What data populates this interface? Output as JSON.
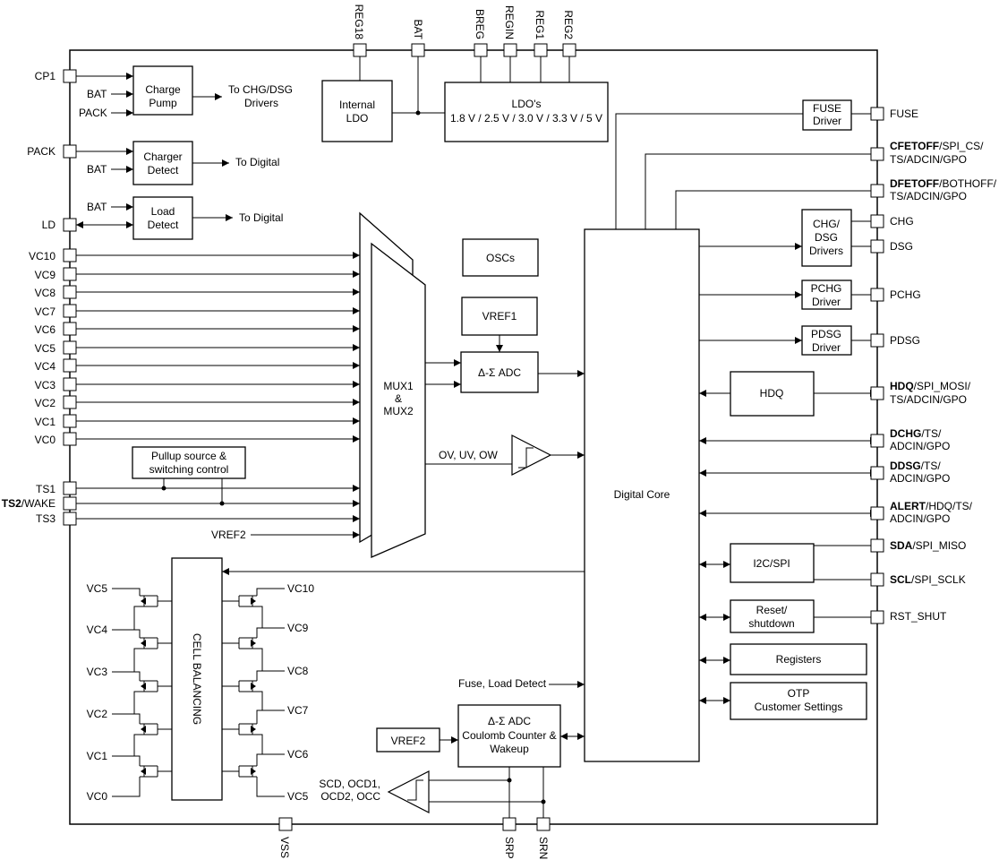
{
  "top_pins": {
    "reg18": "REG18",
    "bat": "BAT",
    "breg": "BREG",
    "regin": "REGIN",
    "reg1": "REG1",
    "reg2": "REG2"
  },
  "bottom_pins": {
    "vss": "VSS",
    "srp": "SRP",
    "srn": "SRN"
  },
  "left_pins": {
    "cp1": "CP1",
    "pack": "PACK",
    "ld": "LD",
    "vc10": "VC10",
    "vc9": "VC9",
    "vc8": "VC8",
    "vc7": "VC7",
    "vc6": "VC6",
    "vc5": "VC5",
    "vc4": "VC4",
    "vc3": "VC3",
    "vc2": "VC2",
    "vc1": "VC1",
    "vc0": "VC0",
    "ts1": "TS1",
    "ts2_bold": "TS2",
    "ts2_rest": "/WAKE",
    "ts3": "TS3"
  },
  "right_pins": {
    "fuse": "FUSE",
    "cfetoff_bold": "CFETOFF",
    "cfetoff_rest": "/SPI_CS/",
    "cfetoff_line2": "TS/ADCIN/GPO",
    "dfetoff_bold": "DFETOFF",
    "dfetoff_rest": "/BOTHOFF/",
    "dfetoff_line2": "TS/ADCIN/GPO",
    "chg": "CHG",
    "dsg": "DSG",
    "pchg": "PCHG",
    "pdsg": "PDSG",
    "hdq_bold": "HDQ",
    "hdq_rest": "/SPI_MOSI/",
    "hdq_line2": "TS/ADCIN/GPO",
    "dchg_bold": "DCHG",
    "dchg_rest": "/TS/",
    "dchg_line2": "ADCIN/GPO",
    "ddsg_bold": "DDSG",
    "ddsg_rest": "/TS/",
    "ddsg_line2": "ADCIN/GPO",
    "alert_bold": "ALERT",
    "alert_rest": "/HDQ/TS/",
    "alert_line2": "ADCIN/GPO",
    "sda_bold": "SDA",
    "sda_rest": "/SPI_MISO",
    "scl_bold": "SCL",
    "scl_rest": "/SPI_SCLK",
    "rst": "RST_SHUT"
  },
  "blocks": {
    "charge_pump": [
      "Charge",
      "Pump"
    ],
    "charger_detect": [
      "Charger",
      "Detect"
    ],
    "load_detect": [
      "Load",
      "Detect"
    ],
    "internal_ldo": [
      "Internal",
      "LDO"
    ],
    "ldos": [
      "LDO's",
      "1.8 V / 2.5 V / 3.0 V / 3.3 V / 5 V"
    ],
    "oscs": "OSCs",
    "vref1": "VREF1",
    "adc": "Δ-Σ  ADC",
    "mux": [
      "MUX1",
      "&",
      "MUX2"
    ],
    "pullup": [
      "Pullup source &",
      "switching control"
    ],
    "digital_core": "Digital Core",
    "fuse_driver": [
      "FUSE",
      "Driver"
    ],
    "chg_dsg_drivers": [
      "CHG/",
      "DSG",
      "Drivers"
    ],
    "pchg_driver": [
      "PCHG",
      "Driver"
    ],
    "pdsg_driver": [
      "PDSG",
      "Driver"
    ],
    "hdq": "HDQ",
    "i2c_spi": "I2C/SPI",
    "reset": [
      "Reset/",
      "shutdown"
    ],
    "registers": "Registers",
    "otp": [
      "OTP",
      "Customer Settings"
    ],
    "cell_balancing": "CELL BALANCING",
    "vref2": "VREF2",
    "cc_adc": [
      "Δ-Σ ADC",
      "Coulomb Counter &",
      "Wakeup"
    ]
  },
  "labels": {
    "cp_bat": "BAT",
    "cp_pack": "PACK",
    "to_drivers": [
      "To CHG/DSG",
      "Drivers"
    ],
    "cd_bat": "BAT",
    "to_digital_1": "To Digital",
    "ld_bat": "BAT",
    "to_digital_2": "To Digital",
    "vref2_in": "VREF2",
    "ov_uv_ow": "OV, UV, OW",
    "fuse_load_detect": "Fuse, Load Detect",
    "scd": [
      "SCD, OCD1,",
      "OCD2, OCC"
    ]
  },
  "balance_left": [
    "VC5",
    "VC4",
    "VC3",
    "VC2",
    "VC1",
    "VC0"
  ],
  "balance_right": [
    "VC10",
    "VC9",
    "VC8",
    "VC7",
    "VC6",
    "VC5"
  ]
}
